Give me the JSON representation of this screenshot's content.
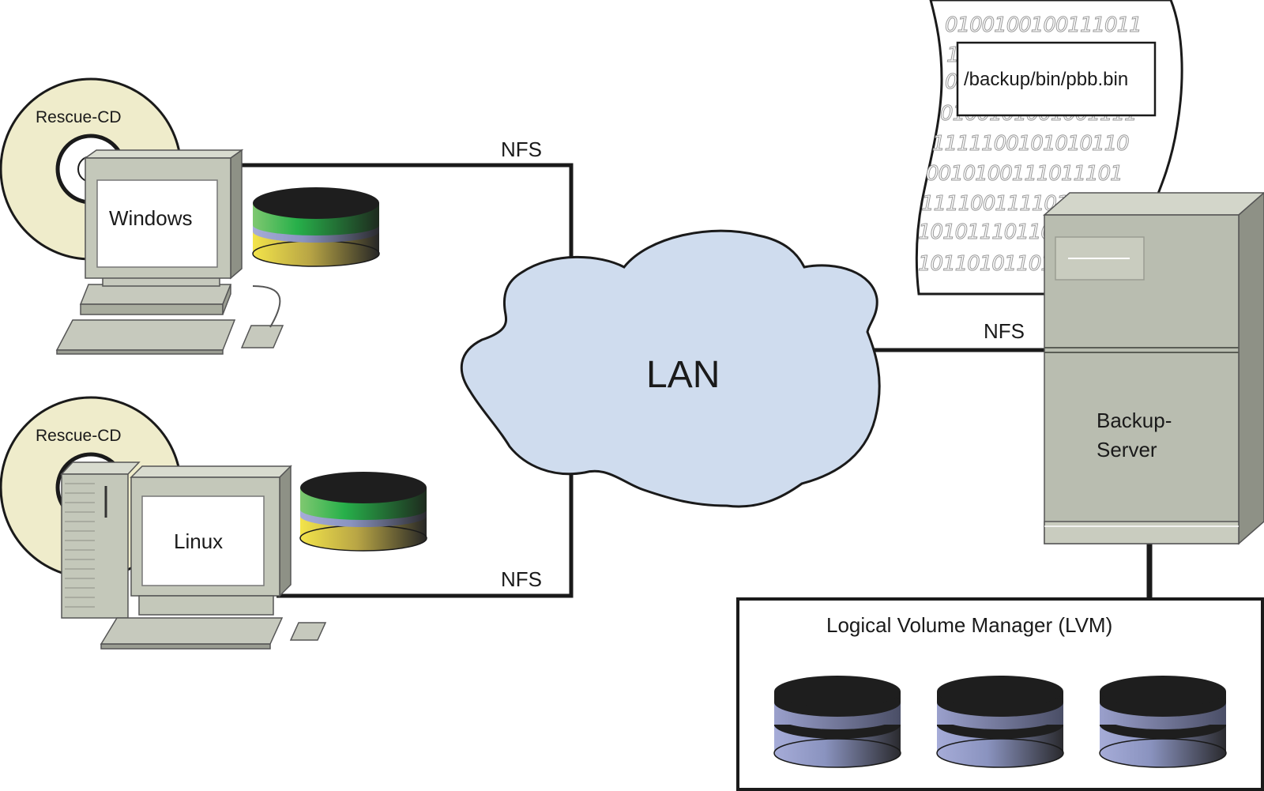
{
  "clients": [
    {
      "os_label": "Windows",
      "cd_label": "Rescue-CD"
    },
    {
      "os_label": "Linux",
      "cd_label": "Rescue-CD"
    }
  ],
  "network": {
    "lan_label": "LAN",
    "links": [
      "NFS",
      "NFS",
      "NFS"
    ]
  },
  "server": {
    "label_line1": "Backup-",
    "label_line2": "Server"
  },
  "document": {
    "path": "/backup/bin/pbb.bin",
    "binary_lines": [
      "0100100100111011",
      "1",
      "0",
      "0100101001001111",
      "1111100101010110",
      "0010100111011101",
      "1111001111011011",
      "1010111011011011",
      "1011010110101011"
    ]
  },
  "storage": {
    "title": "Logical Volume Manager (LVM)"
  },
  "colors": {
    "cloud": "#cfdcee",
    "cd": "#efeccb",
    "pc_body": "#c4c8ba",
    "server_body": "#b9bdb0",
    "disk_dark": "#202020",
    "disk_blue": "#8e98c6"
  }
}
